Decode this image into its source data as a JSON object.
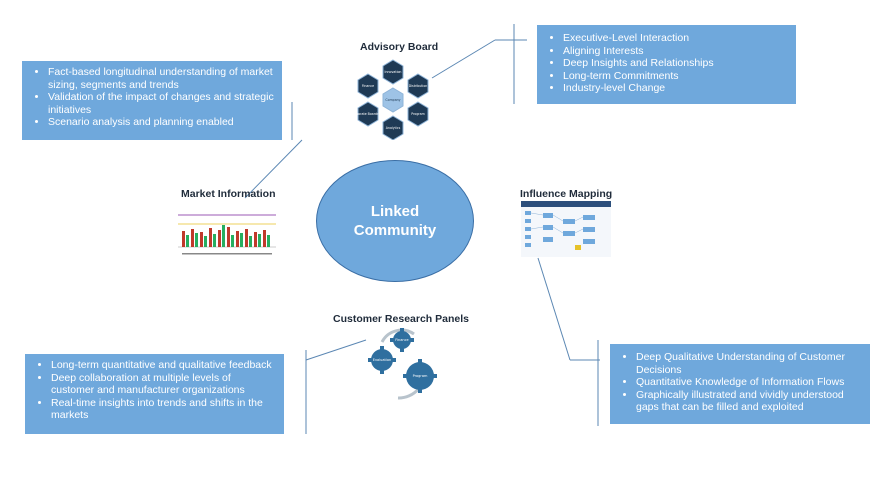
{
  "center": {
    "line1": "Linked",
    "line2": "Community"
  },
  "labels": {
    "advisory_board": "Advisory Board",
    "market_information": "Market Information",
    "influence_mapping": "Influence Mapping",
    "customer_research_panels": "Customer Research Panels"
  },
  "boxes": {
    "top_left": [
      "Fact-based longitudinal understanding of market sizing, segments and trends",
      "Validation of the impact of changes and strategic initiatives",
      "Scenario analysis and planning enabled"
    ],
    "top_right": [
      "Executive-Level Interaction",
      "Aligning Interests",
      "Deep Insights and Relationships",
      "Long-term Commitments",
      "Industry-level Change"
    ],
    "bottom_left": [
      "Long-term quantitative and qualitative feedback",
      "Deep collaboration at multiple levels of customer and manufacturer organizations",
      "Real-time insights into trends and shifts in the markets"
    ],
    "bottom_right": [
      "Deep Qualitative Understanding of Customer Decisions",
      "Quantitative Knowledge of Information Flows",
      "Graphically illustrated and vividly understood gaps that can be filled and exploited"
    ]
  },
  "hexagons": [
    "Innovation",
    "Finance",
    "Distribution",
    "Company",
    "Corporate Boardroom",
    "Program",
    "Analytics"
  ],
  "gears": [
    "Finance",
    "Evaluation",
    "Program"
  ],
  "colors": {
    "box": "#6fa8dc",
    "hex": "#1f3a55",
    "gear": "#2f6f9f"
  },
  "icons": {
    "market_chart": "bar-chart-thumbnail",
    "influence_map": "flowchart-thumbnail"
  }
}
